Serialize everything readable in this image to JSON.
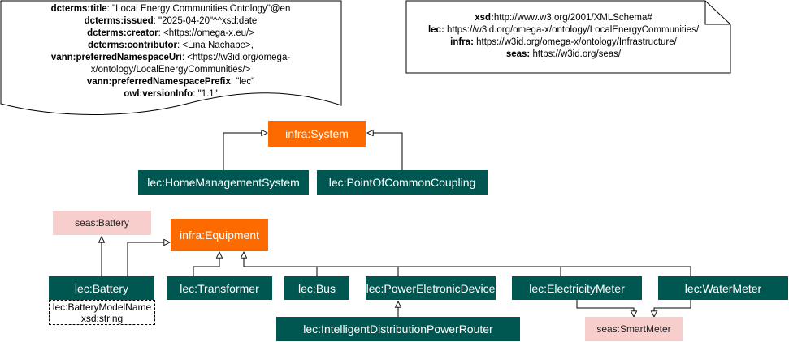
{
  "metadata": {
    "lines": [
      {
        "key": "dcterms:title",
        "value": ": \"Local Energy Communities Ontology\"@en"
      },
      {
        "key": "dcterms:issued",
        "value": ": \"2025-04-20\"^^xsd:date"
      },
      {
        "key": "dcterms:creator",
        "value": ": <https://omega-x.eu/>"
      },
      {
        "key": "dcterms:contributor",
        "value": ": <Lina Nachabe>,"
      },
      {
        "key": "vann:preferredNamespaceUri",
        "value": ": <https://w3id.org/omega-x/ontology/LocalEnergyCommunities/>"
      },
      {
        "key": "vann:preferredNamespacePrefix",
        "value": ": \"lec\""
      },
      {
        "key": "owl:versionInfo",
        "value": ": \"1.1\""
      }
    ]
  },
  "namespaces": {
    "lines": [
      {
        "key": "xsd:",
        "value": "http://www.w3.org/2001/XMLSchema#"
      },
      {
        "key": "lec:",
        "value": " https://w3id.org/omega-x/ontology/LocalEnergyCommunities/"
      },
      {
        "key": "infra:",
        "value": " https://w3id.org/omega-x/ontology/Infrastructure/"
      },
      {
        "key": "seas:",
        "value": " https://w3id.org/seas/"
      }
    ]
  },
  "classes": {
    "infra_system": "infra:System",
    "home_management_system": "lec:HomeManagementSystem",
    "point_of_common_coupling": "lec:PointOfCommonCoupling",
    "seas_battery": "seas:Battery",
    "infra_equipment": "infra:Equipment",
    "lec_battery": "lec:Battery",
    "transformer": "lec:Transformer",
    "bus": "lec:Bus",
    "power_electronic_device": "lec:PowerEletronicDevice",
    "electricity_meter": "lec:ElectricityMeter",
    "water_meter": "lec:WaterMeter",
    "intelligent_router": "lec:IntelligentDistributionPowerRouter",
    "seas_smart_meter": "seas:SmartMeter"
  },
  "battery_attribute": {
    "name": "lec:BatteryModelName",
    "type": "xsd:string"
  },
  "colors": {
    "teal": "#005752",
    "orange": "#fc6a00",
    "pink": "#f8cecc"
  }
}
